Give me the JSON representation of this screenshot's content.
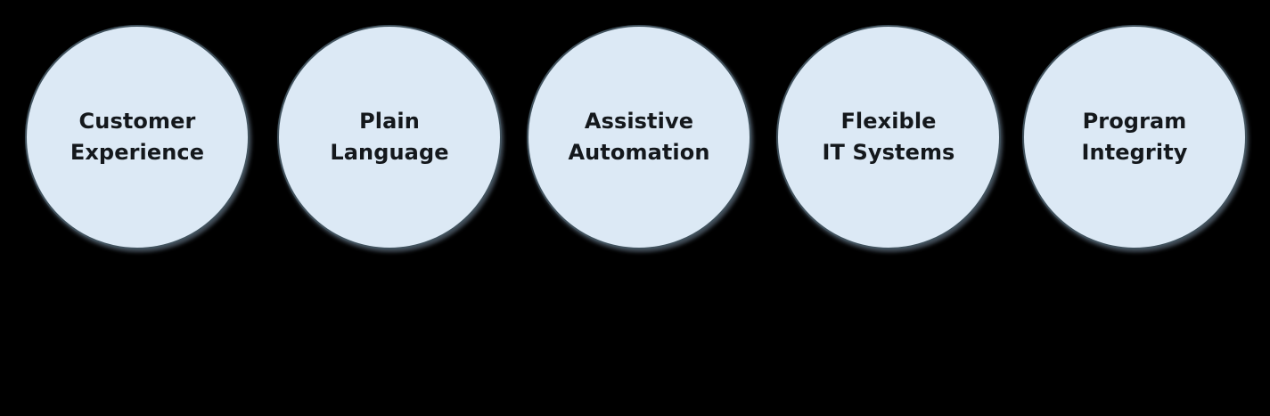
{
  "diagram": {
    "type": "circle-row",
    "background_color": "#000000",
    "node_fill_color": "#dce9f5",
    "node_border_color": "#41525d",
    "node_text_color": "#14181c",
    "nodes": [
      {
        "id": "customer-experience",
        "line1": "Customer",
        "line2": "Experience"
      },
      {
        "id": "plain-language",
        "line1": "Plain",
        "line2": "Language"
      },
      {
        "id": "assistive-automation",
        "line1": "Assistive",
        "line2": "Automation"
      },
      {
        "id": "flexible-it-systems",
        "line1": "Flexible",
        "line2": "IT Systems"
      },
      {
        "id": "program-integrity",
        "line1": "Program",
        "line2": "Integrity"
      }
    ]
  }
}
